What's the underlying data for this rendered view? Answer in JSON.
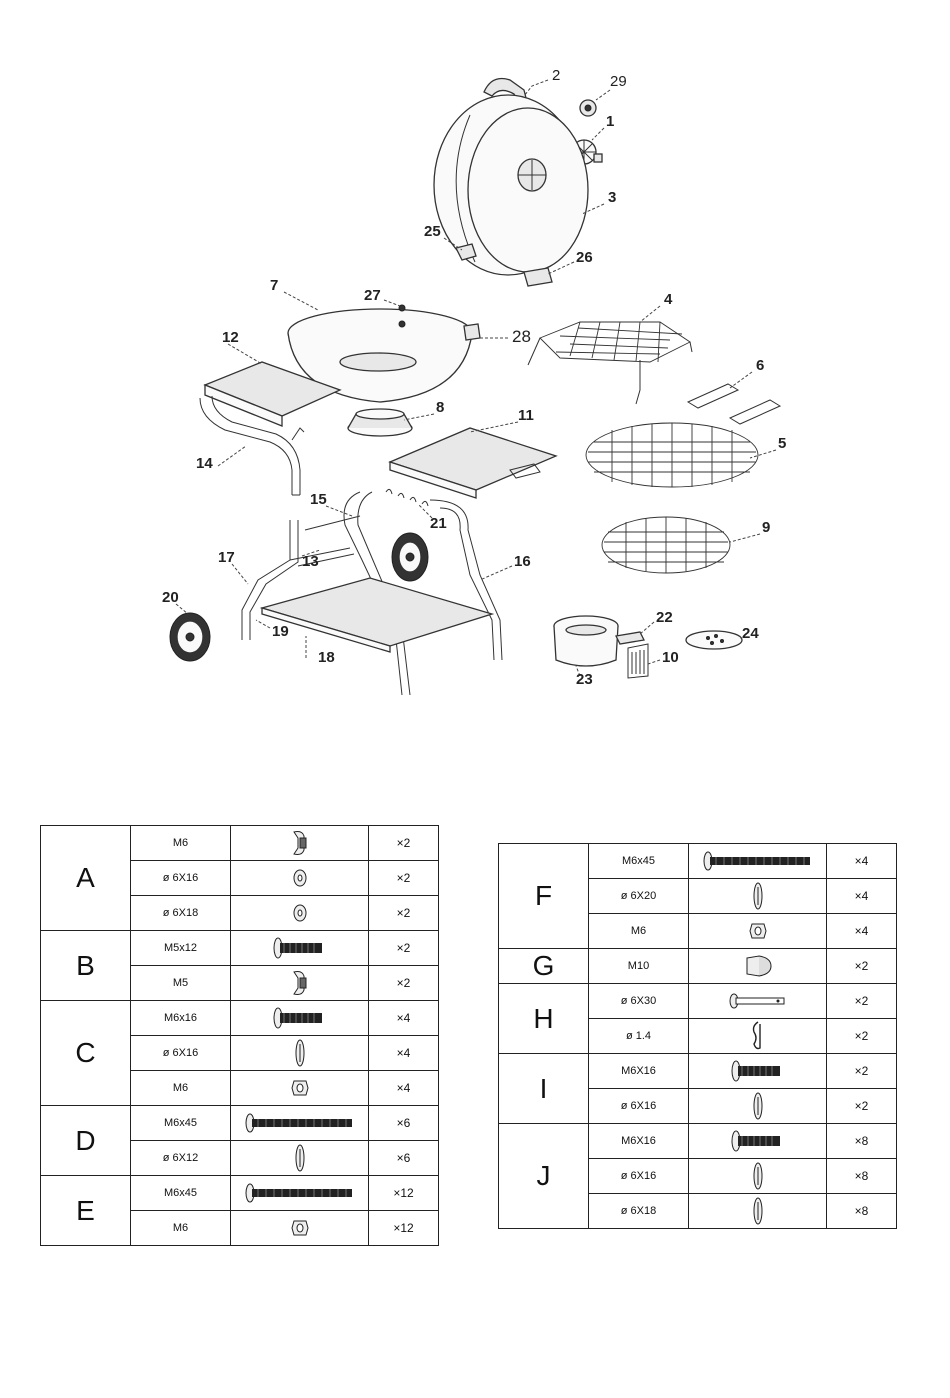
{
  "parts": [
    {
      "label": "1"
    },
    {
      "label": "2"
    },
    {
      "label": "3"
    },
    {
      "label": "4"
    },
    {
      "label": "5"
    },
    {
      "label": "6"
    },
    {
      "label": "7"
    },
    {
      "label": "8"
    },
    {
      "label": "9"
    },
    {
      "label": "10"
    },
    {
      "label": "11"
    },
    {
      "label": "12"
    },
    {
      "label": "13"
    },
    {
      "label": "14"
    },
    {
      "label": "15"
    },
    {
      "label": "16"
    },
    {
      "label": "17"
    },
    {
      "label": "18"
    },
    {
      "label": "19"
    },
    {
      "label": "20"
    },
    {
      "label": "21"
    },
    {
      "label": "22"
    },
    {
      "label": "23"
    },
    {
      "label": "24"
    },
    {
      "label": "25"
    },
    {
      "label": "26"
    },
    {
      "label": "27"
    },
    {
      "label": "28"
    },
    {
      "label": "29"
    }
  ],
  "hardware_left": [
    {
      "group": "A",
      "rows": [
        {
          "spec": "M6",
          "icon": "wing-nut",
          "qty": "×2"
        },
        {
          "spec": "ø 6X16",
          "icon": "washer",
          "qty": "×2"
        },
        {
          "spec": "ø 6X18",
          "icon": "washer",
          "qty": "×2"
        }
      ]
    },
    {
      "group": "B",
      "rows": [
        {
          "spec": "M5x12",
          "icon": "short-bolt",
          "qty": "×2"
        },
        {
          "spec": "M5",
          "icon": "wing-nut",
          "qty": "×2"
        }
      ]
    },
    {
      "group": "C",
      "rows": [
        {
          "spec": "M6x16",
          "icon": "short-bolt",
          "qty": "×4"
        },
        {
          "spec": "ø 6X16",
          "icon": "washer-side",
          "qty": "×4"
        },
        {
          "spec": "M6",
          "icon": "nut",
          "qty": "×4"
        }
      ]
    },
    {
      "group": "D",
      "rows": [
        {
          "spec": "M6x45",
          "icon": "long-bolt",
          "qty": "×6"
        },
        {
          "spec": "ø 6X12",
          "icon": "washer-side",
          "qty": "×6"
        }
      ]
    },
    {
      "group": "E",
      "rows": [
        {
          "spec": "M6x45",
          "icon": "long-bolt",
          "qty": "×12"
        },
        {
          "spec": "M6",
          "icon": "nut",
          "qty": "×12"
        }
      ]
    }
  ],
  "hardware_right": [
    {
      "group": "F",
      "rows": [
        {
          "spec": "M6x45",
          "icon": "long-bolt",
          "qty": "×4"
        },
        {
          "spec": "ø 6X20",
          "icon": "washer-side",
          "qty": "×4"
        },
        {
          "spec": "M6",
          "icon": "nut",
          "qty": "×4"
        }
      ]
    },
    {
      "group": "G",
      "rows": [
        {
          "spec": "M10",
          "icon": "cap-nut",
          "qty": "×2"
        }
      ]
    },
    {
      "group": "H",
      "rows": [
        {
          "spec": "ø 6X30",
          "icon": "pin",
          "qty": "×2"
        },
        {
          "spec": "ø 1.4",
          "icon": "r-clip",
          "qty": "×2"
        }
      ]
    },
    {
      "group": "I",
      "rows": [
        {
          "spec": "M6X16",
          "icon": "short-bolt",
          "qty": "×2"
        },
        {
          "spec": "ø 6X16",
          "icon": "washer-side",
          "qty": "×2"
        }
      ]
    },
    {
      "group": "J",
      "rows": [
        {
          "spec": "M6X16",
          "icon": "short-bolt",
          "qty": "×8"
        },
        {
          "spec": "ø 6X16",
          "icon": "washer-side",
          "qty": "×8"
        },
        {
          "spec": "ø 6X18",
          "icon": "washer-side",
          "qty": "×8"
        }
      ]
    }
  ]
}
